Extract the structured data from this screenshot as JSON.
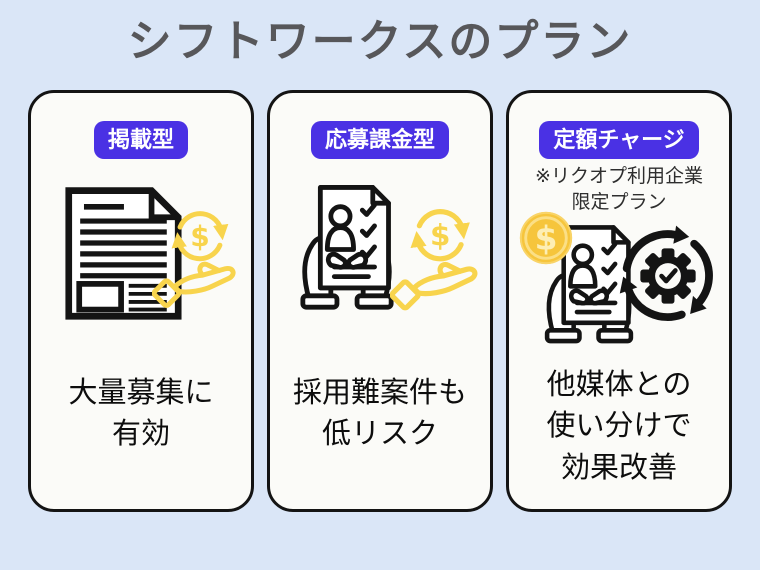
{
  "page": {
    "title": "シフトワークスのプラン"
  },
  "colors": {
    "page_bg": "#dae6f7",
    "card_bg": "#fbfbf8",
    "card_border": "#141414",
    "badge_bg": "#4a31e4",
    "badge_text": "#ffffff",
    "title_text": "#57575a",
    "body_text": "#0d0d0d",
    "icon_yellow": "#f8d44d",
    "coin_gold": "#f6c53c",
    "icon_black": "#141414"
  },
  "cards": [
    {
      "badge_label": "掲載型",
      "description_lines": [
        "大量募集に",
        "有効"
      ],
      "icons": [
        "job-posting-document-icon",
        "money-return-hand-icon"
      ]
    },
    {
      "badge_label": "応募課金型",
      "description_lines": [
        "採用難案件も",
        "低リスク"
      ],
      "icons": [
        "resume-in-hands-icon",
        "money-return-hand-icon"
      ]
    },
    {
      "badge_label": "定額チャージ",
      "note_lines": [
        "※リクオプ利用企業",
        "限定プラン"
      ],
      "description_lines": [
        "他媒体との",
        "使い分けで",
        "効果改善"
      ],
      "icons": [
        "dollar-coin-icon",
        "resume-in-hands-icon",
        "process-cycle-gear-icon"
      ]
    }
  ],
  "coin_symbol": "$"
}
